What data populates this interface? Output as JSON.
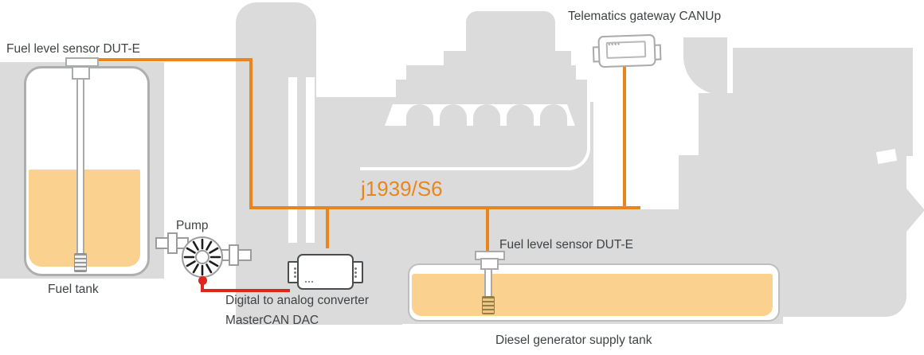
{
  "diagram": {
    "type": "system-wiring-diagram",
    "bus_label": "j1939/S6",
    "labels": {
      "sensor1": "Fuel level sensor DUT-E",
      "fuel_tank": "Fuel tank",
      "pump": "Pump",
      "dac_line1": "Digital to analog converter",
      "dac_line2": "MasterCAN DAC",
      "gateway": "Telematics gateway CANUp",
      "sensor2": "Fuel level sensor DUT-E",
      "supply_tank": "Diesel generator supply tank"
    },
    "components": [
      {
        "id": "fuel-level-sensor-1",
        "label": "Fuel level sensor DUT-E",
        "type": "fuel-level-sensor",
        "mounted_on": "Fuel tank"
      },
      {
        "id": "fuel-tank",
        "label": "Fuel tank",
        "type": "tank",
        "fill": "partial"
      },
      {
        "id": "pump",
        "label": "Pump",
        "type": "pump"
      },
      {
        "id": "dac",
        "label": "Digital to analog converter MasterCAN DAC",
        "type": "converter"
      },
      {
        "id": "telematics-gateway",
        "label": "Telematics gateway CANUp",
        "type": "gateway"
      },
      {
        "id": "fuel-level-sensor-2",
        "label": "Fuel level sensor DUT-E",
        "type": "fuel-level-sensor",
        "mounted_on": "Diesel generator supply tank"
      },
      {
        "id": "supply-tank",
        "label": "Diesel generator supply tank",
        "type": "tank",
        "fill": "high"
      }
    ],
    "connections": [
      {
        "from": "fuel-level-sensor-1",
        "to": "j1939-bus",
        "style": "orange"
      },
      {
        "from": "dac",
        "to": "j1939-bus",
        "style": "orange"
      },
      {
        "from": "fuel-level-sensor-2",
        "to": "j1939-bus",
        "style": "orange"
      },
      {
        "from": "telematics-gateway",
        "to": "j1939-bus",
        "style": "orange"
      },
      {
        "from": "pump",
        "to": "dac",
        "style": "red-analog"
      }
    ]
  },
  "colors": {
    "bus": "#e8861d",
    "analog": "#e0261c",
    "fuel": "#fad18f",
    "silhouette": "#dbdbdb",
    "text": "#3f4245",
    "outline": "#adaeb0"
  }
}
